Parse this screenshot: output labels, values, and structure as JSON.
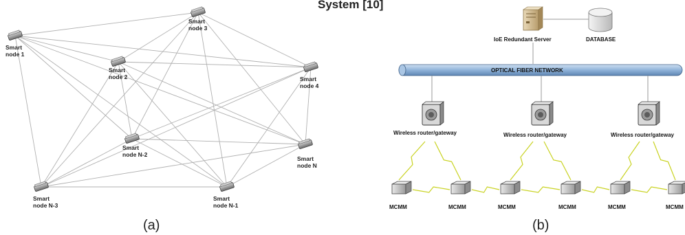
{
  "title": "System [10]",
  "panel_a": {
    "caption": "(a)",
    "nodes": [
      {
        "id": "n1",
        "label_line1": "Smart",
        "label_line2": "node 1"
      },
      {
        "id": "n2",
        "label_line1": "Smart",
        "label_line2": "node 2"
      },
      {
        "id": "n3",
        "label_line1": "Smart",
        "label_line2": "node 3"
      },
      {
        "id": "n4",
        "label_line1": "Smart",
        "label_line2": "node 4"
      },
      {
        "id": "nN2",
        "label_line1": "Smart",
        "label_line2": "node N-2"
      },
      {
        "id": "nN",
        "label_line1": "Smart",
        "label_line2": "node N"
      },
      {
        "id": "nN3",
        "label_line1": "Smart",
        "label_line2": "node N-3"
      },
      {
        "id": "nN1",
        "label_line1": "Smart",
        "label_line2": "node N-1"
      }
    ]
  },
  "panel_b": {
    "caption": "(b)",
    "server_label": "IoE Redundant Server",
    "database_label": "DATABASE",
    "network_label": "OPTICAL FIBER NETWORK",
    "routers": [
      {
        "label": "Wireless router/gateway"
      },
      {
        "label": "Wireless router/gateway"
      },
      {
        "label": "Wireless router/gateway"
      }
    ],
    "mcmm": [
      {
        "label": "MCMM"
      },
      {
        "label": "MCMM"
      },
      {
        "label": "MCMM"
      },
      {
        "label": "MCMM"
      },
      {
        "label": "MCMM"
      },
      {
        "label": "MCMM"
      }
    ]
  }
}
